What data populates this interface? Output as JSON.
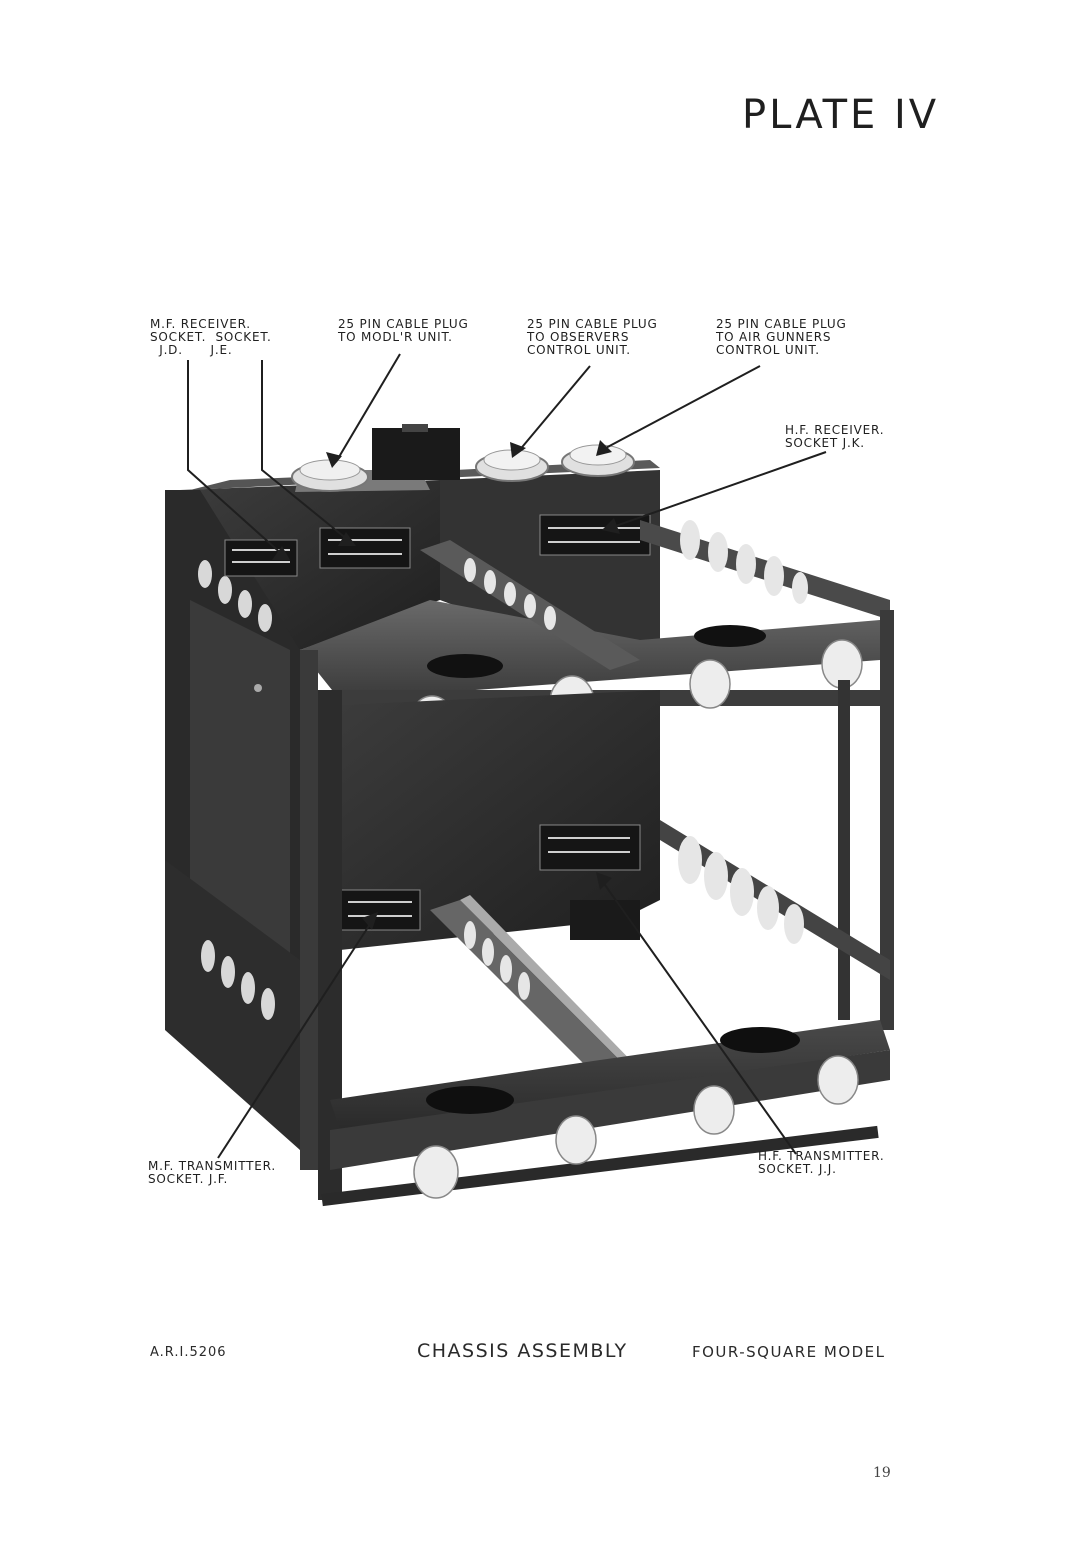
{
  "plate_title": "PLATE IV",
  "labels": {
    "mf_receiver_sockets": "M.F. RECEIVER.\nSOCKET.  SOCKET.\n  J.D.      J.E.",
    "plug_modulator": "25 PIN CABLE PLUG\nTO MODL'R UNIT.",
    "plug_observers": "25 PIN CABLE PLUG\nTO OBSERVERS\nCONTROL UNIT.",
    "plug_air_gunners": "25 PIN CABLE PLUG\nTO AIR GUNNERS\nCONTROL UNIT.",
    "hf_receiver_socket": "H.F. RECEIVER.\nSOCKET J.K.",
    "mf_transmitter_socket": "M.F. TRANSMITTER.\nSOCKET. J.F.",
    "hf_transmitter_socket": "H.F. TRANSMITTER.\nSOCKET. J.J."
  },
  "footer": {
    "reference": "A.R.I.5206",
    "caption": "CHASSIS  ASSEMBLY",
    "model": "FOUR-SQUARE  MODEL"
  },
  "page_number": "19",
  "colors": {
    "ink": "#1f1f1f",
    "chassis_dark": "#2f2f2f",
    "chassis_mid": "#555555",
    "chassis_light": "#8a8a8a",
    "insulator": "#e4e4e4"
  }
}
